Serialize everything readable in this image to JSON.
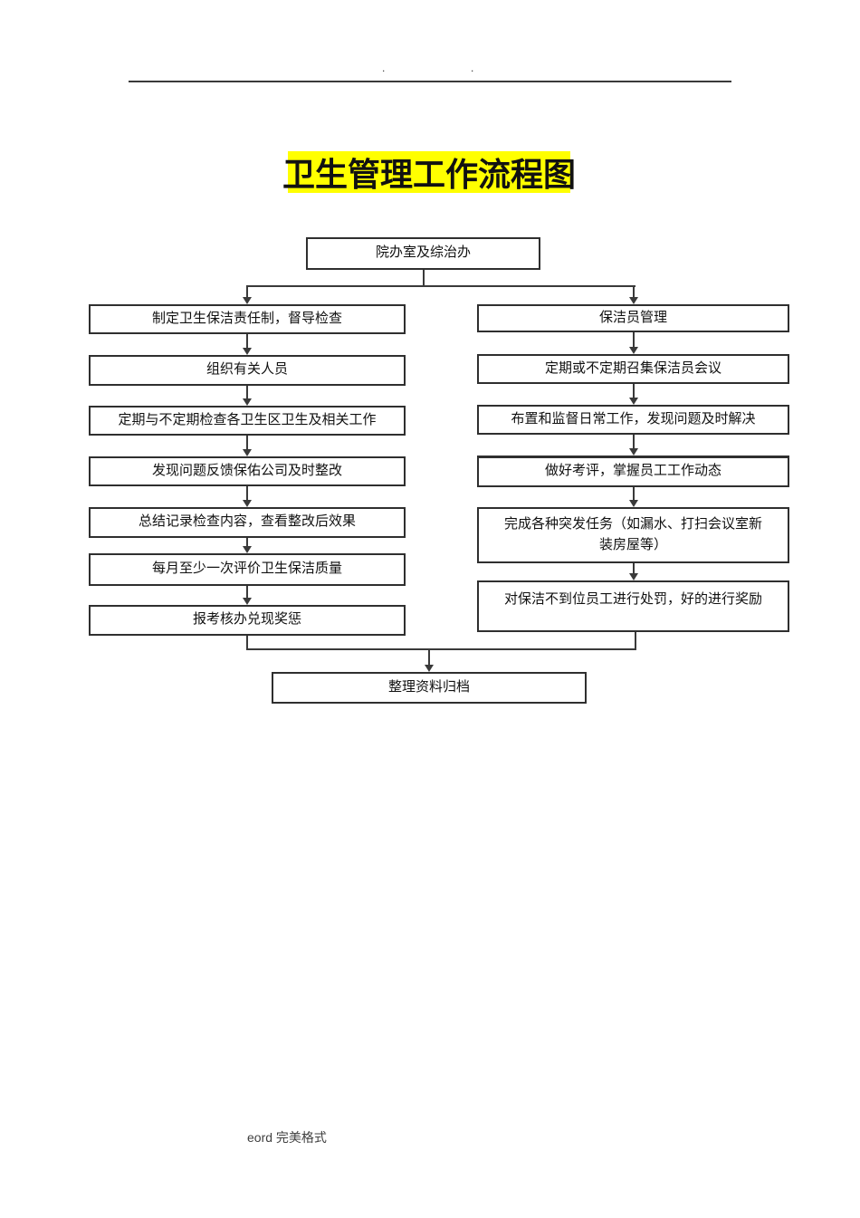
{
  "header": {
    "dot_left": ".",
    "dot_right": "."
  },
  "title": {
    "text": "卫生管理工作流程图",
    "highlight_color": "#ffff00"
  },
  "flowchart": {
    "root": "院办室及综治办",
    "left_column": [
      "制定卫生保洁责任制，督导检查",
      "组织有关人员",
      "定期与不定期检查各卫生区卫生及相关工作",
      "发现问题反馈保佑公司及时整改",
      "总结记录检查内容，查看整改后效果",
      "每月至少一次评价卫生保洁质量",
      "报考核办兑现奖惩"
    ],
    "right_column": [
      "保洁员管理",
      "定期或不定期召集保洁员会议",
      "布置和监督日常工作，发现问题及时解决",
      "做好考评，掌握员工工作动态",
      "完成各种突发任务（如漏水、打扫会议室新装房屋等）",
      "对保洁不到位员工进行处罚，好的进行奖励"
    ],
    "end": "整理资料归档",
    "line_color": "#3a3a3a"
  },
  "footer": {
    "text": "eord 完美格式"
  }
}
